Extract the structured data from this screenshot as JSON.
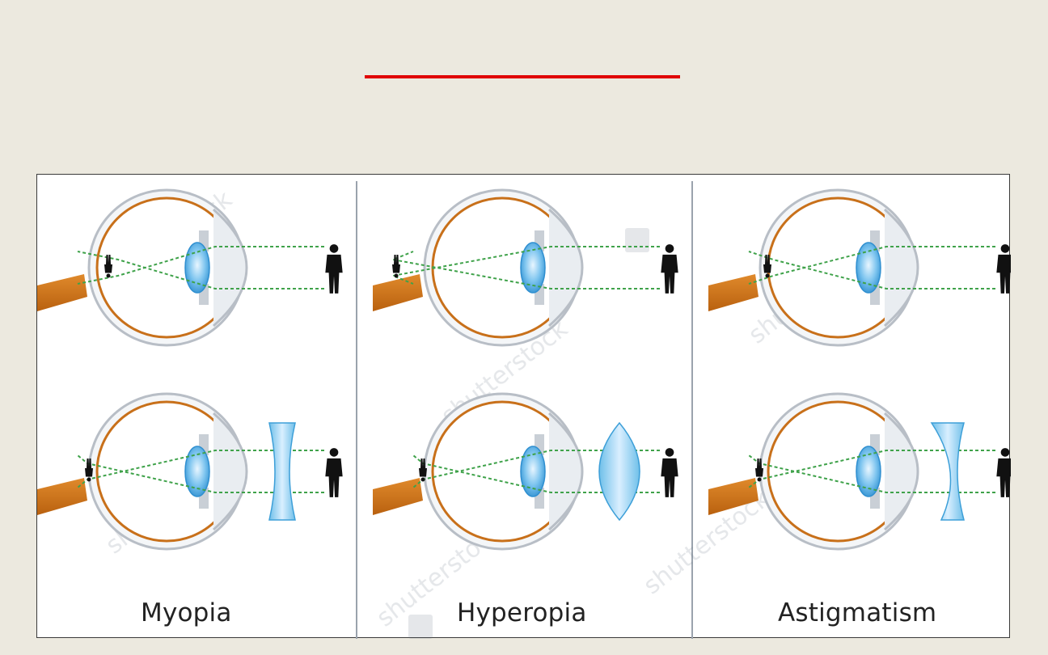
{
  "slide": {
    "accent_color": "#e00000",
    "background_color": "#ece9df"
  },
  "figure": {
    "panels": [
      {
        "caption": "Myopia",
        "correction_lens": "concave"
      },
      {
        "caption": "Hyperopia",
        "correction_lens": "convex"
      },
      {
        "caption": "Astigmatism",
        "correction_lens": "meniscus"
      }
    ],
    "watermark": "shutterstock",
    "colors": {
      "retina": "#c8701a",
      "optic_nerve": "#d2781e",
      "lens": "#5fb0e6",
      "corrective_lens": "#9fd3f2",
      "ray": "#3fa24a",
      "figure": "#111111"
    }
  }
}
